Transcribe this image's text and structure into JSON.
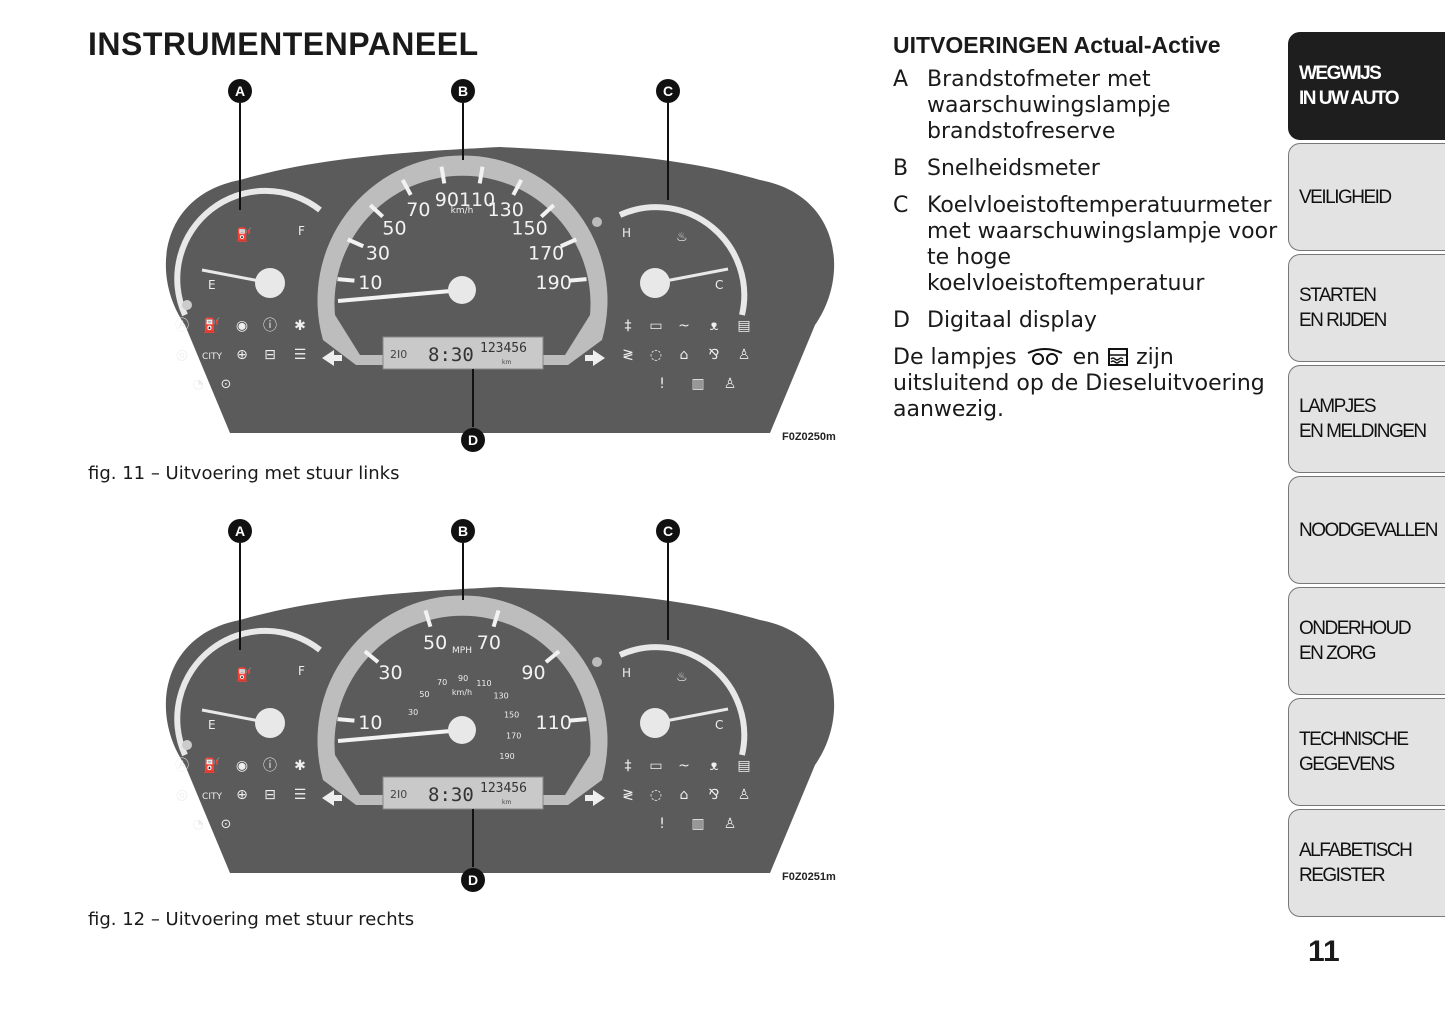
{
  "page_title": "INSTRUMENTENPANEEL",
  "figures": [
    {
      "code": "F0Z0250m",
      "caption": "fig. 11 – Uitvoering met stuur links",
      "labels": [
        "A",
        "B",
        "C",
        "D"
      ],
      "speedo_unit": "km/h",
      "speedo_ticks": [
        "10",
        "30",
        "50",
        "70",
        "90",
        "110",
        "130",
        "150",
        "170",
        "190"
      ],
      "inner_unit": "",
      "inner_ticks": [],
      "fuel_labels": {
        "empty": "E",
        "full": "F"
      },
      "temp_labels": {
        "hot": "H",
        "cold": "C"
      },
      "display": {
        "left": "2I0",
        "time": "8:30",
        "odometer": "123456",
        "odo_unit": "km"
      },
      "left_icons": [
        "Ⓐ",
        "⛽",
        "◉",
        "ⓘ",
        "✱",
        "◎",
        "CITY",
        "⊕",
        "⊟",
        "☰"
      ],
      "right_icons": [
        "‡",
        "▭",
        "~",
        "ᴥ",
        "▤",
        "≷",
        "◌",
        "⌂",
        "⅋",
        "♙",
        "!",
        "▥",
        "♙"
      ]
    },
    {
      "code": "F0Z0251m",
      "caption": "fig. 12 – Uitvoering met stuur rechts",
      "labels": [
        "A",
        "B",
        "C",
        "D"
      ],
      "speedo_unit": "MPH",
      "speedo_ticks": [
        "10",
        "30",
        "50",
        "70",
        "90",
        "110"
      ],
      "inner_unit": "km/h",
      "inner_ticks": [
        "30",
        "50",
        "70",
        "90",
        "110",
        "130",
        "150",
        "170",
        "190"
      ],
      "fuel_labels": {
        "empty": "E",
        "full": "F"
      },
      "temp_labels": {
        "hot": "H",
        "cold": "C"
      },
      "display": {
        "left": "2I0",
        "time": "8:30",
        "odometer": "123456",
        "odo_unit": "km"
      },
      "left_icons": [
        "Ⓐ",
        "⛽",
        "◉",
        "ⓘ",
        "✱",
        "◎",
        "CITY",
        "⊕",
        "⊟",
        "☰"
      ],
      "right_icons": [
        "‡",
        "▭",
        "~",
        "ᴥ",
        "▤",
        "≷",
        "◌",
        "⌂",
        "⅋",
        "♙",
        "!",
        "▥",
        "♙"
      ]
    }
  ],
  "section": {
    "title": "UITVOERINGEN Actual-Active",
    "items": [
      {
        "letter": "A",
        "text": "Brandstofmeter met waarschuwingslampje brandstofreserve"
      },
      {
        "letter": "B",
        "text": "Snelheidsmeter"
      },
      {
        "letter": "C",
        "text": "Koelvloeistoftemperatuurmeter met waarschuwingslampje voor te hoge koelvloeistoftemperatuur"
      },
      {
        "letter": "D",
        "text": "Digitaal display"
      }
    ],
    "note_pre": "De lampjes",
    "note_icon1": "glow-plug-icon",
    "note_mid": "en",
    "note_icon2": "water-in-fuel-icon",
    "note_post": "zijn uitsluitend op de Dieseluitvoering aanwezig."
  },
  "tabs": [
    {
      "label": "WEGWIJS\nIN UW AUTO",
      "active": true
    },
    {
      "label": "VEILIGHEID",
      "active": false
    },
    {
      "label": "STARTEN\nEN RIJDEN",
      "active": false
    },
    {
      "label": "LAMPJES\nEN MELDINGEN",
      "active": false
    },
    {
      "label": "NOODGEVALLEN",
      "active": false
    },
    {
      "label": "ONDERHOUD\nEN ZORG",
      "active": false
    },
    {
      "label": "TECHNISCHE\nGEGEVENS",
      "active": false
    },
    {
      "label": "ALFABETISCH\nREGISTER",
      "active": false
    }
  ],
  "page_number": "11",
  "colors": {
    "panel": "#5b5b5b",
    "bezel": "#bdbdbd",
    "display": "#c9c9c9",
    "active_tab": "#1e1e1e",
    "tab": "#e3e3e3"
  }
}
